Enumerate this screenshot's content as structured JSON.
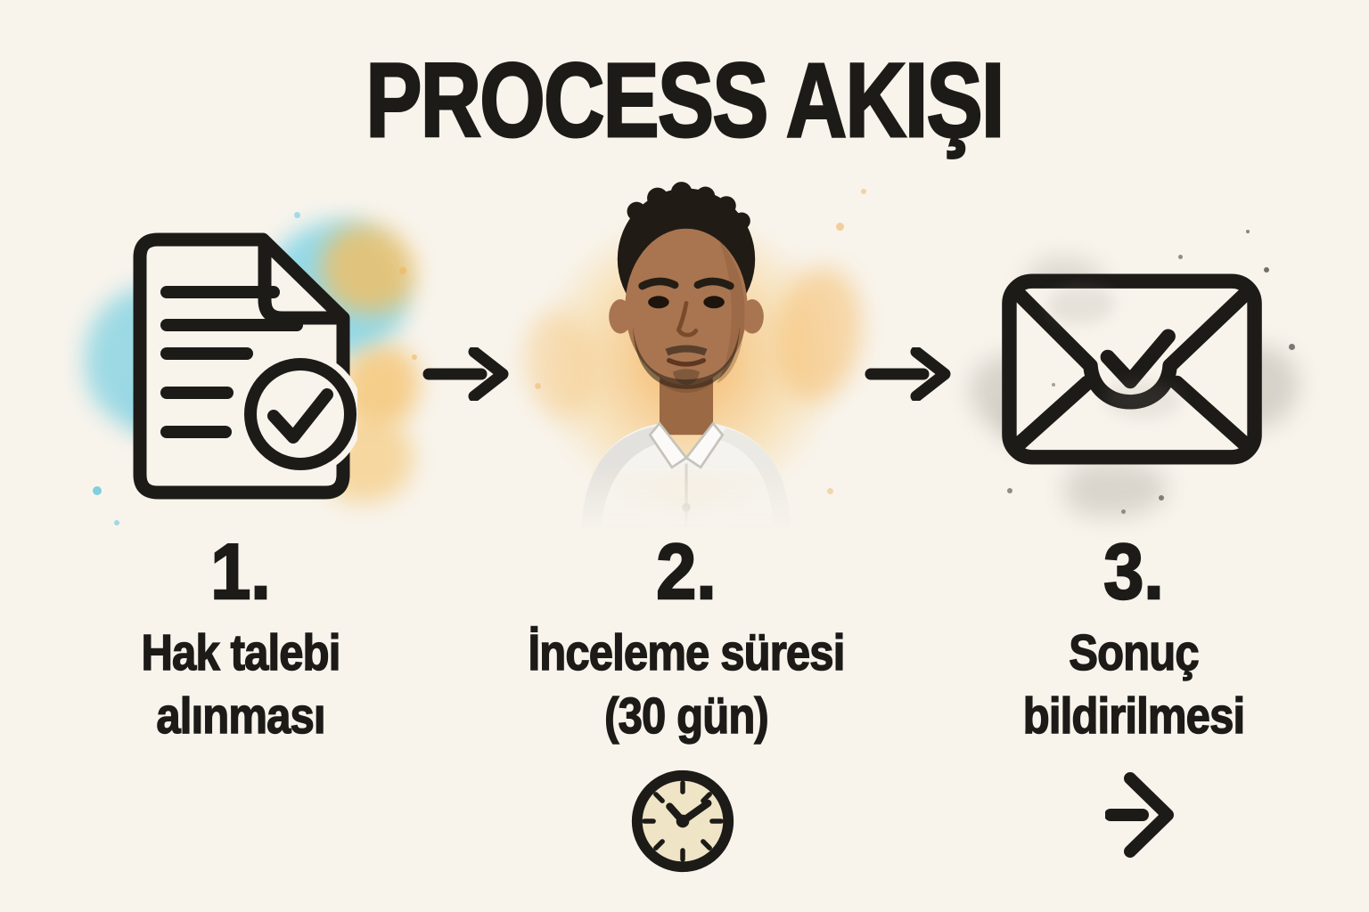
{
  "title": "PROCESS AKIŞI",
  "steps": [
    {
      "number": "1.",
      "label_line1": "Hak talebi",
      "label_line2": "alınması",
      "icon": "document-check-icon"
    },
    {
      "number": "2.",
      "label_line1": "İnceleme süresi",
      "label_line2": "(30 gün)",
      "icon": "person-portrait-image"
    },
    {
      "number": "3.",
      "label_line1": "Sonuç",
      "label_line2": "bildirilmesi",
      "icon": "envelope-check-icon"
    }
  ],
  "decor_icons": {
    "connector_1": "arrow-right-icon",
    "connector_2": "arrow-right-icon",
    "step2_extra": "clock-icon",
    "step3_extra": "arrow-right-icon"
  },
  "colors": {
    "background": "#f8f4ec",
    "ink": "#1d1b18",
    "watercolor_blue": "#7fd2e2",
    "watercolor_amber": "#f3bd67",
    "watercolor_gray": "#a9a299",
    "clock_face": "#efe5c6",
    "skin": "#a87550",
    "hair": "#211b15",
    "shirt": "#f5f3ef"
  }
}
